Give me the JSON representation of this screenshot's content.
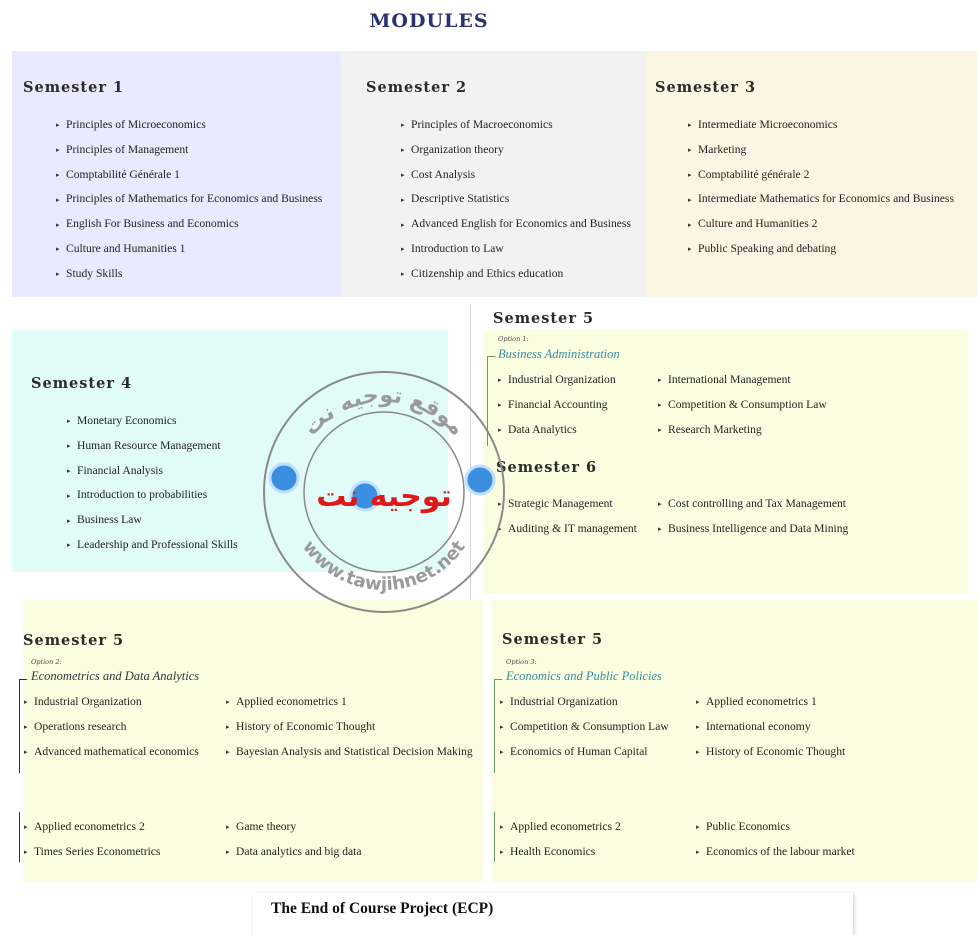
{
  "title": "MODULES",
  "semesters": {
    "s1": {
      "label": "Semester 1",
      "items": [
        "Principles of Microeconomics",
        "Principles of Management",
        "Comptabilité Générale 1",
        "Principles of Mathematics for Economics and Business",
        "English For Business and Economics",
        "Culture and Humanities 1",
        "Study Skills"
      ]
    },
    "s2": {
      "label": "Semester 2",
      "items": [
        "Principles of Macroeconomics",
        "Organization theory",
        "Cost Analysis",
        "Descriptive Statistics",
        "Advanced English for Economics and Business",
        "Introduction to Law",
        "Citizenship and Ethics education"
      ]
    },
    "s3": {
      "label": "Semester 3",
      "items": [
        "Intermediate Microeconomics",
        "Marketing",
        "Comptabilité générale 2",
        "Intermediate Mathematics for Economics and Business",
        "Culture and Humanities 2",
        "Public Speaking and debating"
      ]
    },
    "s4": {
      "label": "Semester 4",
      "items": [
        "Monetary Economics",
        "Human Resource Management",
        "Financial Analysis",
        "Introduction to probabilities",
        "Business Law",
        "Leadership and Professional Skills"
      ]
    }
  },
  "option1": {
    "sem5_label": "Semester 5",
    "option_tag": "Option 1:",
    "name": "Business Administration",
    "sem5_left": [
      "Industrial Organization",
      "Financial Accounting",
      "Data Analytics"
    ],
    "sem5_right": [
      "International Management",
      "Competition & Consumption Law",
      "Research Marketing"
    ],
    "sem6_label": "Semester 6",
    "sem6_left": [
      "Strategic Management",
      "Auditing & IT management"
    ],
    "sem6_right": [
      "Cost controlling and Tax Management",
      "Business Intelligence and Data Mining"
    ]
  },
  "option2": {
    "sem5_label": "Semester 5",
    "option_tag": "Option 2:",
    "name": "Econometrics and Data Analytics",
    "sem5_left": [
      "Industrial Organization",
      "Operations research",
      "Advanced mathematical economics"
    ],
    "sem5_right": [
      "Applied econometrics 1",
      "History of Economic Thought",
      "Bayesian Analysis and Statistical Decision Making"
    ],
    "sem6_left": [
      "Applied econometrics 2",
      "Times Series Econometrics"
    ],
    "sem6_right": [
      "Game theory",
      "Data analytics and big data"
    ]
  },
  "option3": {
    "sem5_label": "Semester 5",
    "option_tag": "Option 3:",
    "name": "Economics and Public Policies",
    "sem5_left": [
      "Industrial Organization",
      "Competition & Consumption Law",
      "Economics of Human Capital"
    ],
    "sem5_right": [
      "Applied econometrics 1",
      "International economy",
      "History of Economic Thought"
    ],
    "sem6_left": [
      "Applied econometrics 2",
      "Health Economics"
    ],
    "sem6_right": [
      "Public Economics",
      "Economics of the labour market"
    ]
  },
  "watermark": {
    "arabic_top": "موقع توجيه نت",
    "arabic_center": "توجيه نت",
    "url": "www.tawjihnet.net"
  },
  "ecp_title": "The End of Course Project (ECP)",
  "colors": {
    "s1_bg": "#e7ebfd",
    "s2_bg": "#f2f2f2",
    "s3_bg": "#fdf5e3",
    "s4_bg": "#e1fbf8",
    "option_bg": "#fafde0",
    "title": "#2a3270",
    "option_name": "#3a8b9a"
  }
}
